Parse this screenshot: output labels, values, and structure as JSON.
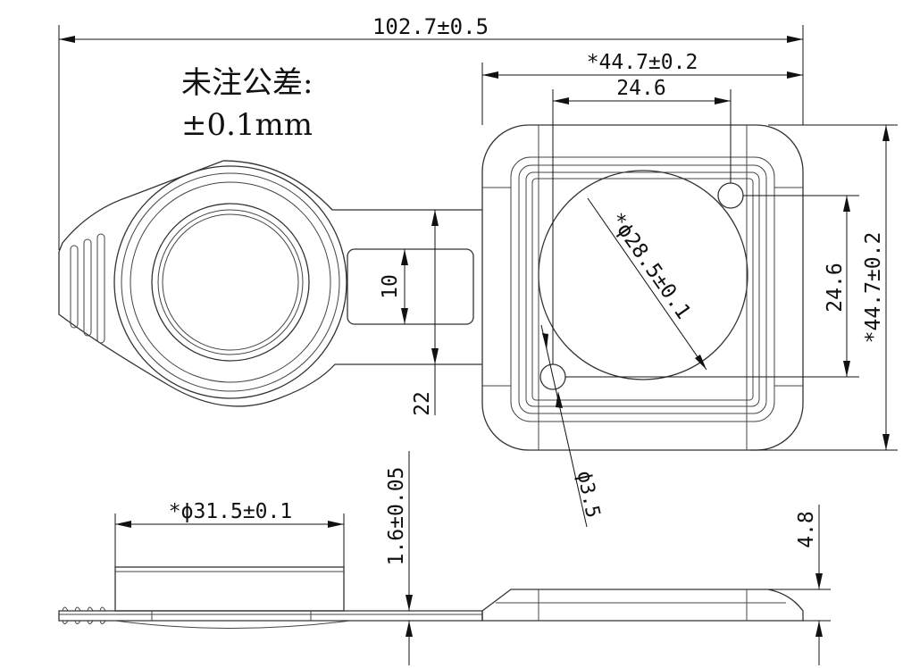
{
  "notes": {
    "tolerance_title": "未注公差:",
    "tolerance_value": "±0.1mm"
  },
  "dimensions": {
    "overall_length": "102.7±0.5",
    "square_width": "*44.7±0.2",
    "hole_spacing_x": "24.6",
    "hole_spacing_y": "24.6",
    "square_height": "*44.7±0.2",
    "slot_width": "10",
    "strap_width": "22",
    "window_diameter": "*ϕ28.5±0.1",
    "hole_diameter": "ϕ3.5",
    "cap_diameter": "*ϕ31.5±0.1",
    "strap_thickness": "1.6±0.05",
    "flange_height": "4.8"
  }
}
